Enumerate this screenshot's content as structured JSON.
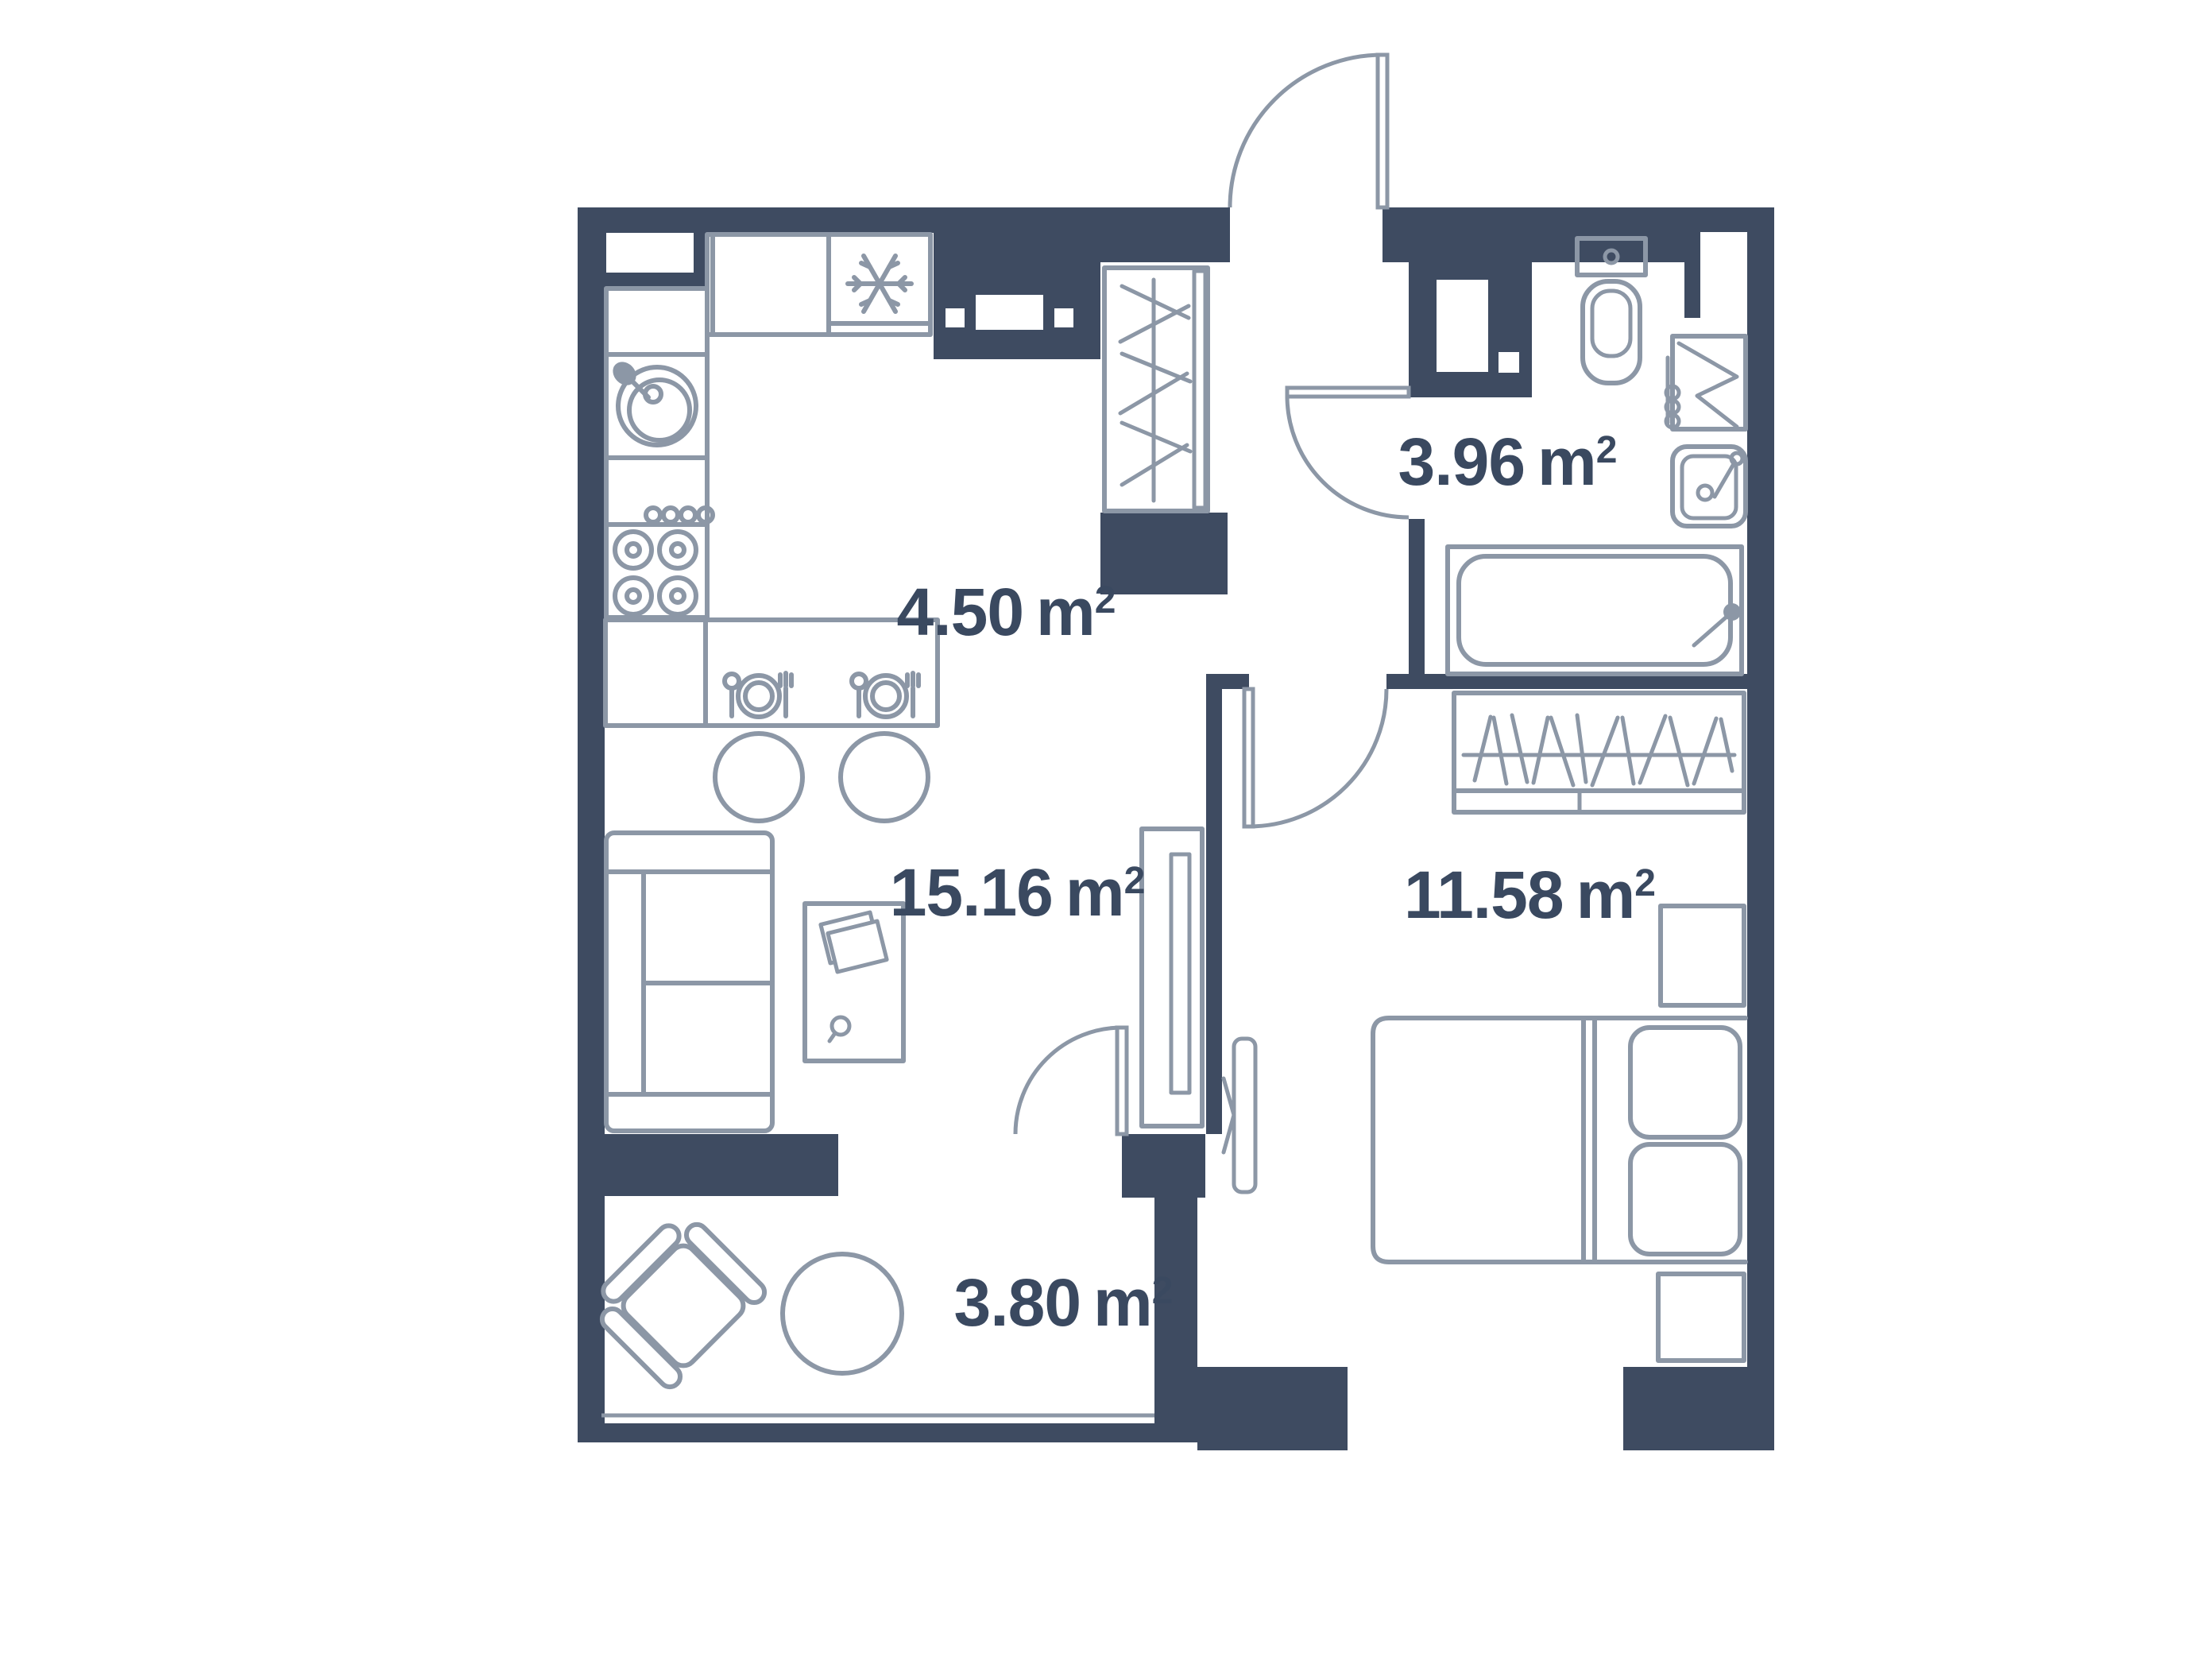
{
  "plan": {
    "type": "apartment-floor-plan",
    "unit": "m",
    "unit_sup": "2",
    "colors": {
      "bg": "#ffffff",
      "wall": "#3E4B61",
      "furn": "#8C97A6",
      "label": "#3A4960"
    },
    "rooms": [
      {
        "id": "kitchen-hallway",
        "area": "4.50"
      },
      {
        "id": "bathroom",
        "area": "3.96"
      },
      {
        "id": "living-room",
        "area": "15.16"
      },
      {
        "id": "bedroom",
        "area": "11.58"
      },
      {
        "id": "balcony",
        "area": "3.80"
      }
    ]
  }
}
